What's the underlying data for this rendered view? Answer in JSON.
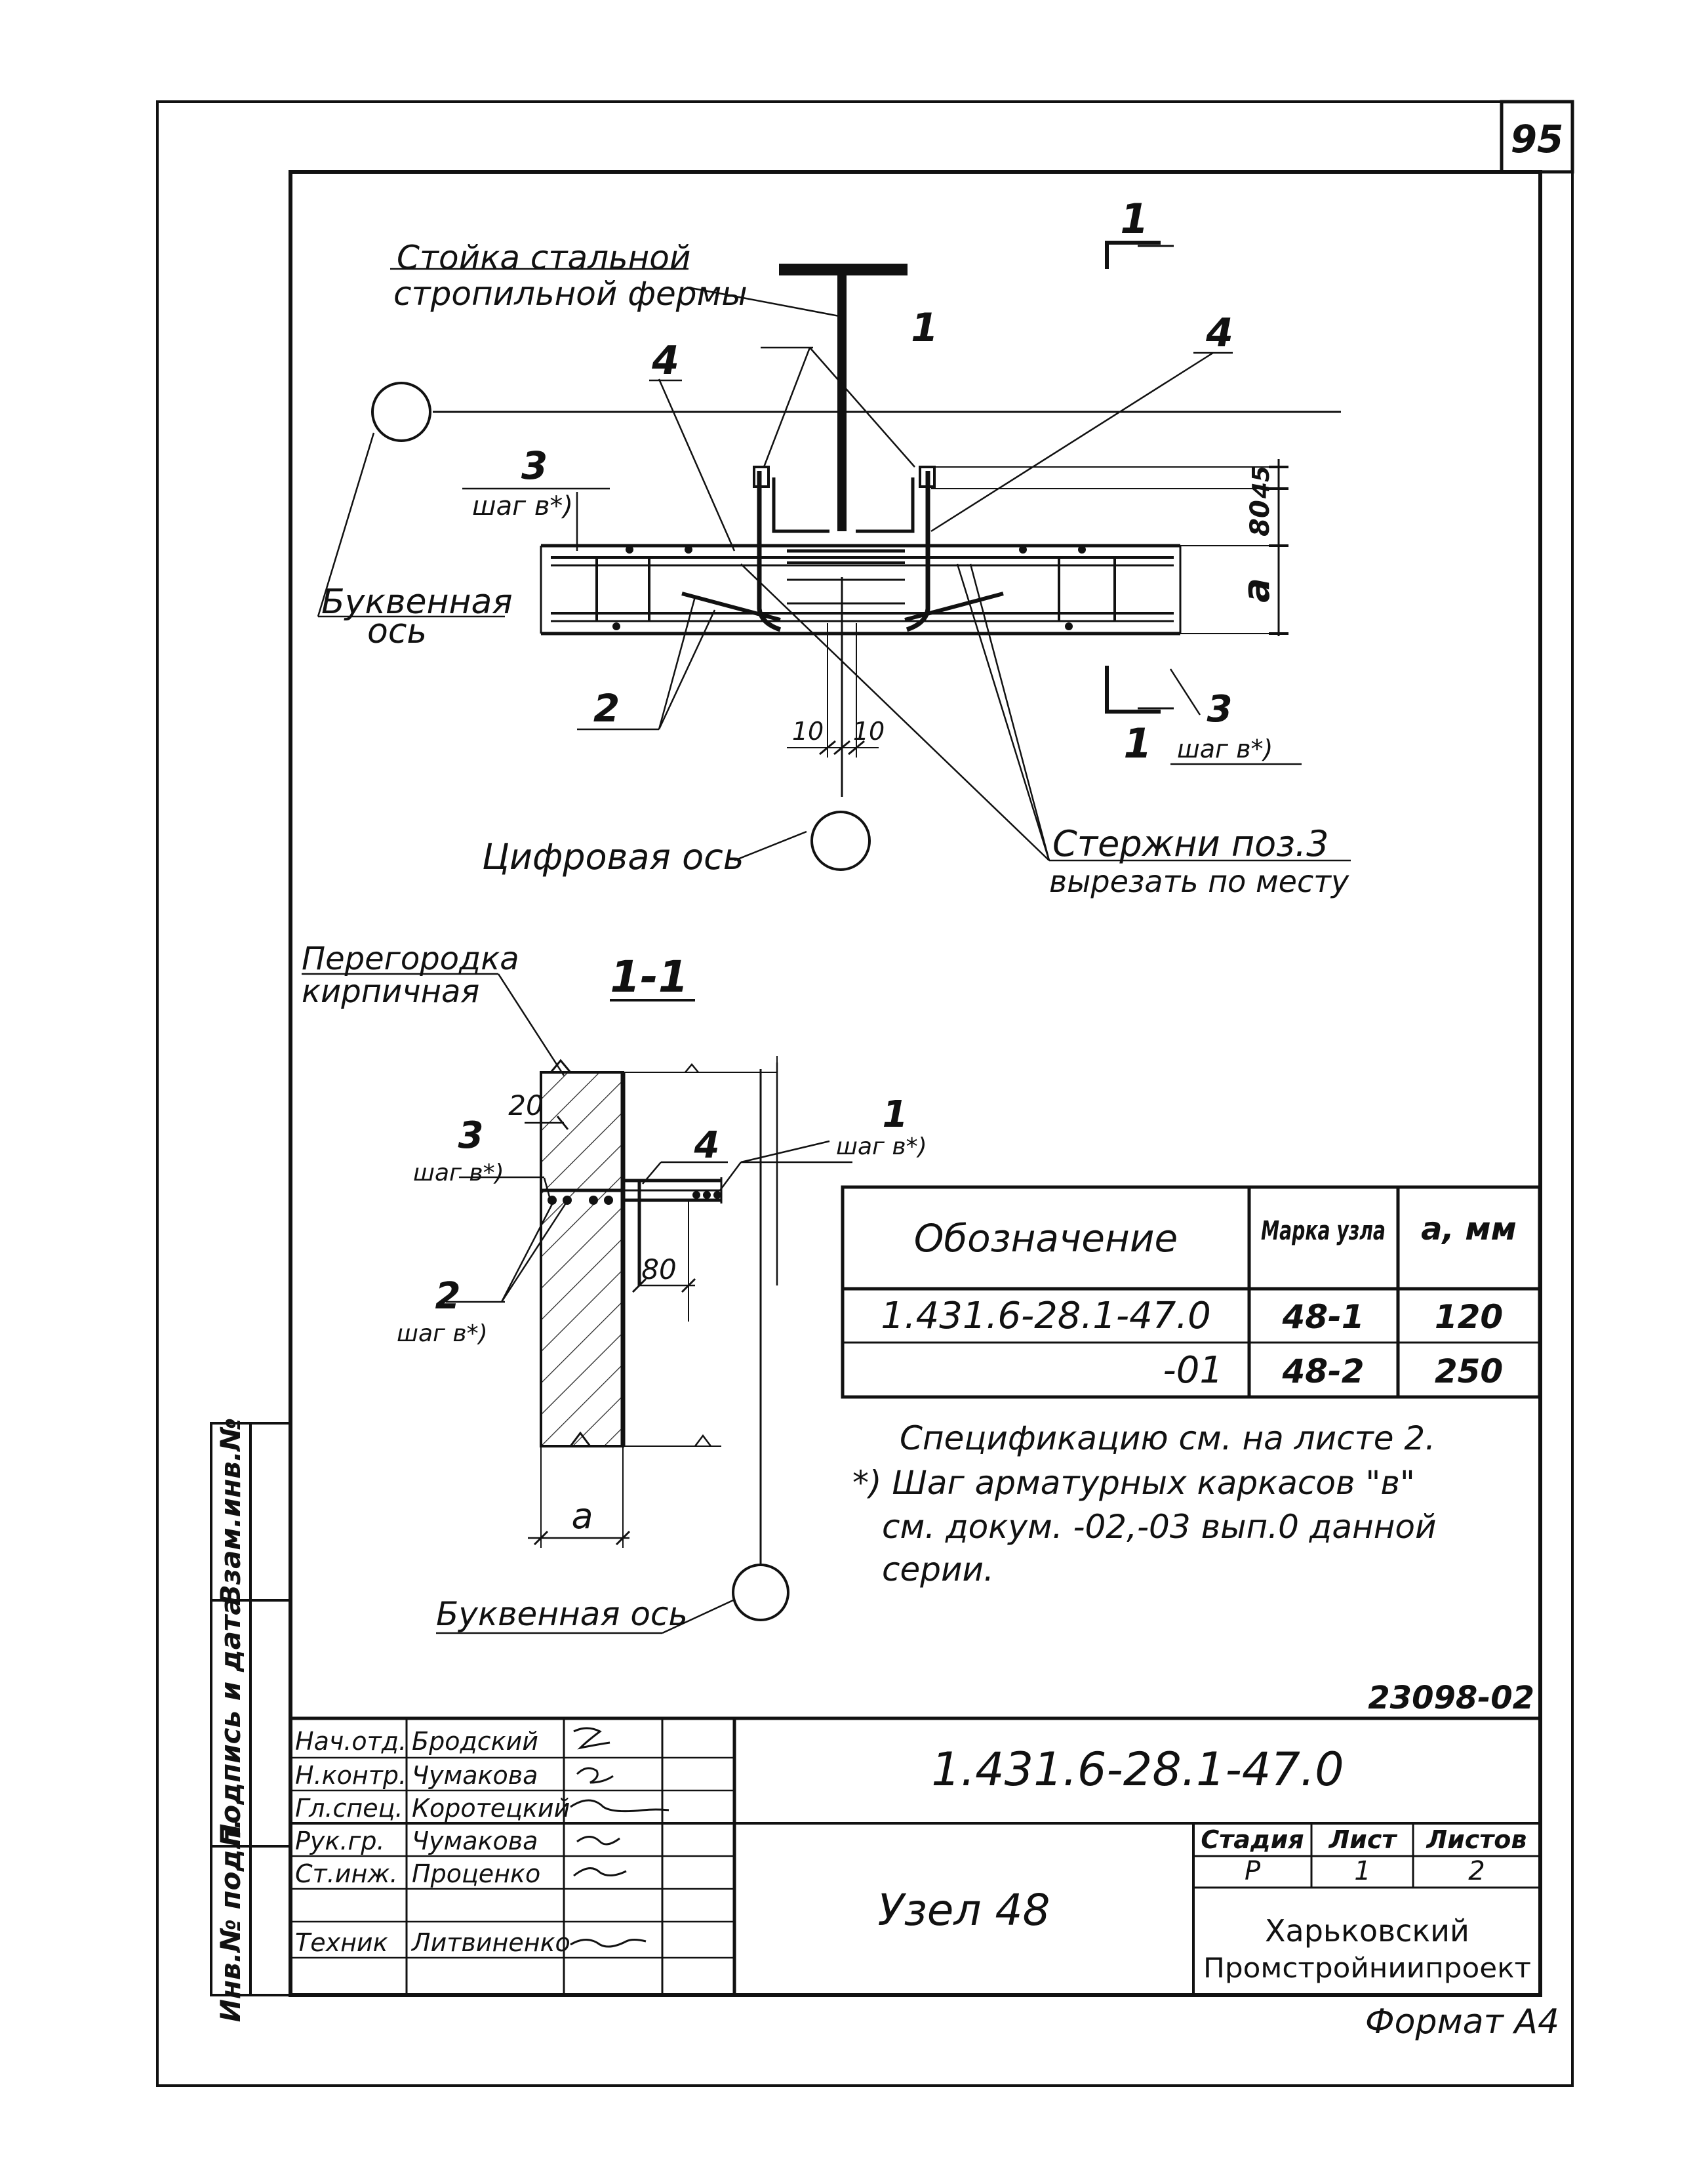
{
  "sheet": {
    "page_number": "95",
    "doc_number": "23098-02",
    "format": "Формат А4"
  },
  "plan": {
    "truss_post_line1": "Стойка стальной",
    "truss_post_line2": "стропильной фермы",
    "letter_axis_line1": "Буквенная",
    "letter_axis_line2": "ось",
    "digital_axis": "Цифровая ось",
    "rods_note_line1": "Стержни поз.3",
    "rods_note_line2": "вырезать по месту",
    "pos1": "1",
    "pos2": "2",
    "pos3_left": "3",
    "pos3_left_step": "шаг в*)",
    "pos3_right": "3",
    "pos3_right_step": "шаг в*)",
    "pos4_left": "4",
    "pos4_right": "4",
    "section_mark_top": "1",
    "section_mark_bottom": "1",
    "dim_10_left": "10",
    "dim_10_right": "10",
    "dim_45": "45",
    "dim_80": "80",
    "dim_a": "a"
  },
  "section": {
    "title": "1-1",
    "partition_line1": "Перегородка",
    "partition_line2": "кирпичная",
    "dim_20": "20",
    "dim_80": "80",
    "dim_a": "a",
    "pos1": "1",
    "pos1_step": "шаг в*)",
    "pos2": "2",
    "pos2_step": "шаг в*)",
    "pos3": "3",
    "pos3_step": "шаг в*)",
    "pos4": "4",
    "letter_axis": "Буквенная ось"
  },
  "table": {
    "headers": [
      "Обозначение",
      "Марка узла",
      "a, мм"
    ],
    "rows": [
      [
        "1.431.6-28.1-47.0",
        "48-1",
        "120"
      ],
      [
        "-01",
        "48-2",
        "250"
      ]
    ]
  },
  "notes": {
    "line1": "Спецификацию см. на листе 2.",
    "line2": "*) Шаг арматурных каркасов \"в\"",
    "line3": "см. докум. -02,-03 вып.0 данной",
    "line4": "серии."
  },
  "side_stamp": {
    "inv_orig": "Инв.№ подл.",
    "sign_date": "Подпись и дата",
    "vzam_inv": "Взам.инв.№"
  },
  "title_block": {
    "designation": "1.431.6-28.1-47.0",
    "name": "Узел 48",
    "org_line1": "Харьковский",
    "org_line2": "Промстройниипроект",
    "stage_label": "Стадия",
    "sheet_label": "Лист",
    "sheets_label": "Листов",
    "stage": "Р",
    "sheet": "1",
    "sheets": "2",
    "people": [
      {
        "role": "Нач.отд.",
        "name": "Бродский"
      },
      {
        "role": "Н.контр.",
        "name": "Чумакова"
      },
      {
        "role": "Гл.спец.",
        "name": "Коротецкий"
      },
      {
        "role": "Рук.гр.",
        "name": "Чумакова"
      },
      {
        "role": "Ст.инж.",
        "name": "Проценко"
      },
      {
        "role": "",
        "name": ""
      },
      {
        "role": "Техник",
        "name": "Литвиненко"
      }
    ]
  }
}
